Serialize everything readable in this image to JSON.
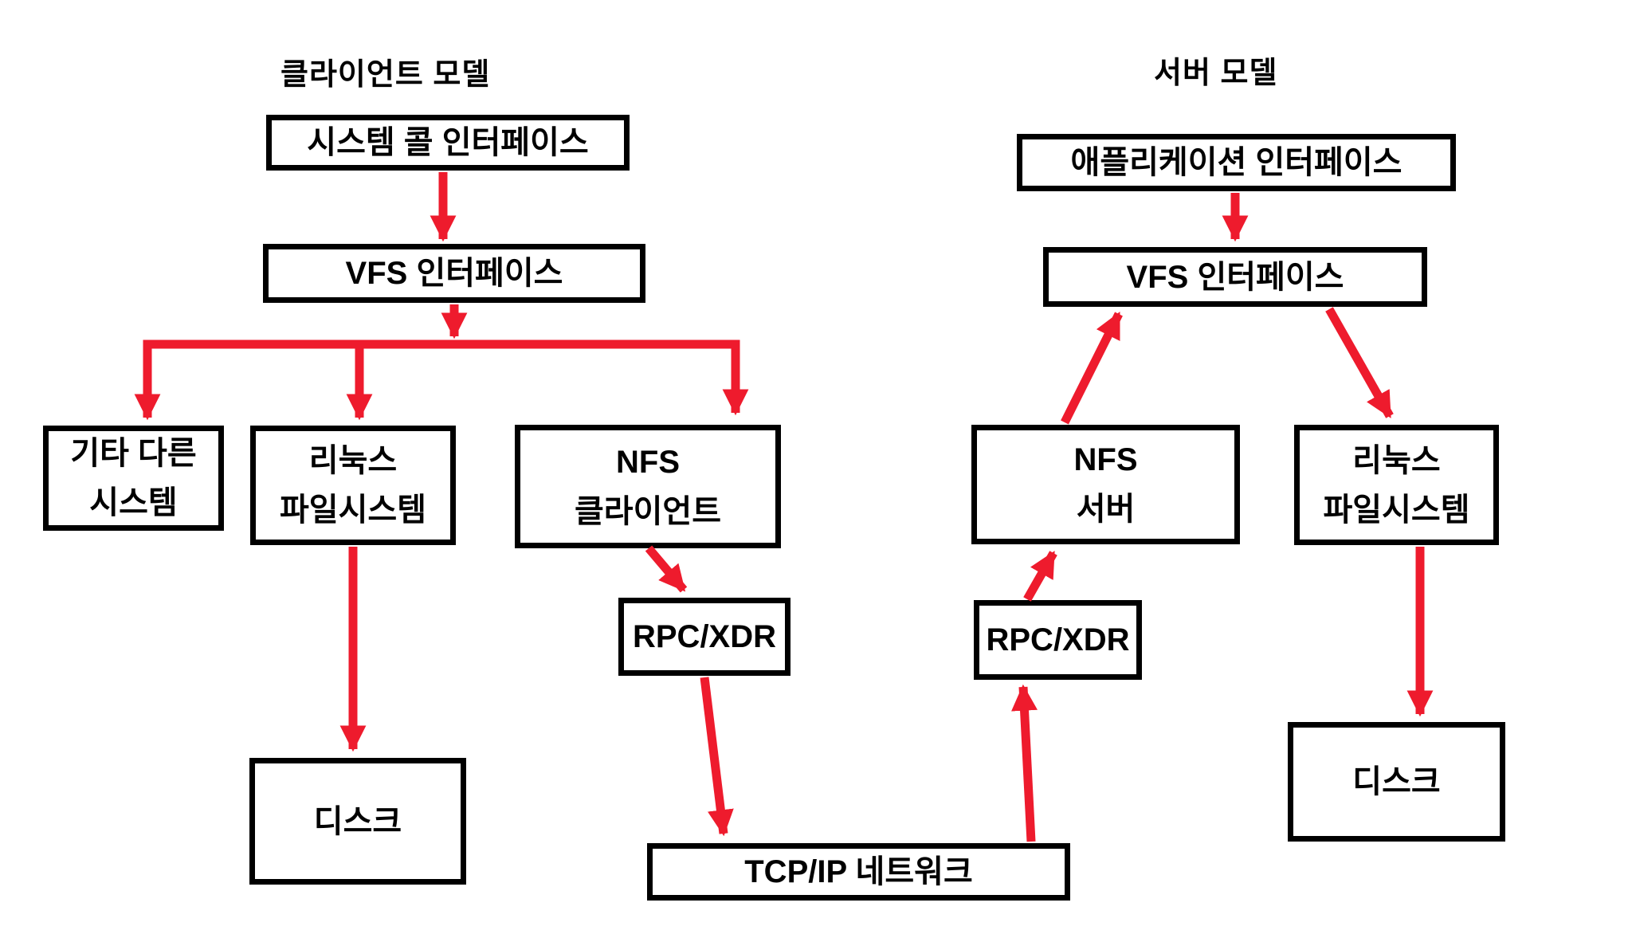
{
  "diagram": {
    "client": {
      "title": "클라이언트 모델",
      "system_call_interface": "시스템 콜 인터페이스",
      "vfs_interface": "VFS 인터페이스",
      "other_systems_line1": "기타 다른",
      "other_systems_line2": "시스템",
      "linux_fs_line1": "리눅스",
      "linux_fs_line2": "파일시스템",
      "nfs_client_line1": "NFS",
      "nfs_client_line2": "클라이언트",
      "rpc_xdr": "RPC/XDR",
      "disk": "디스크"
    },
    "server": {
      "title": "서버 모델",
      "application_interface": "애플리케이션 인터페이스",
      "vfs_interface": "VFS 인터페이스",
      "nfs_server_line1": "NFS",
      "nfs_server_line2": "서버",
      "linux_fs_line1": "리눅스",
      "linux_fs_line2": "파일시스템",
      "rpc_xdr": "RPC/XDR",
      "disk": "디스크"
    },
    "network": {
      "tcp_ip": "TCP/IP 네트워크"
    },
    "edges": [
      {
        "from": "system-call-interface",
        "to": "vfs-interface-client"
      },
      {
        "from": "vfs-interface-client",
        "to": "other-systems"
      },
      {
        "from": "vfs-interface-client",
        "to": "linux-filesystem-client"
      },
      {
        "from": "vfs-interface-client",
        "to": "nfs-client"
      },
      {
        "from": "linux-filesystem-client",
        "to": "disk-client"
      },
      {
        "from": "nfs-client",
        "to": "rpc-xdr-client"
      },
      {
        "from": "rpc-xdr-client",
        "to": "tcp-ip-network"
      },
      {
        "from": "tcp-ip-network",
        "to": "rpc-xdr-server"
      },
      {
        "from": "rpc-xdr-server",
        "to": "nfs-server"
      },
      {
        "from": "nfs-server",
        "to": "vfs-interface-server"
      },
      {
        "from": "application-interface",
        "to": "vfs-interface-server"
      },
      {
        "from": "vfs-interface-server",
        "to": "linux-filesystem-server"
      },
      {
        "from": "linux-filesystem-server",
        "to": "disk-server"
      }
    ],
    "colors": {
      "arrow_red": "#ee1b2d",
      "box_border": "#000000",
      "box_background": "#ffffff",
      "text": "#000000",
      "page_background": "#ffffff"
    }
  }
}
